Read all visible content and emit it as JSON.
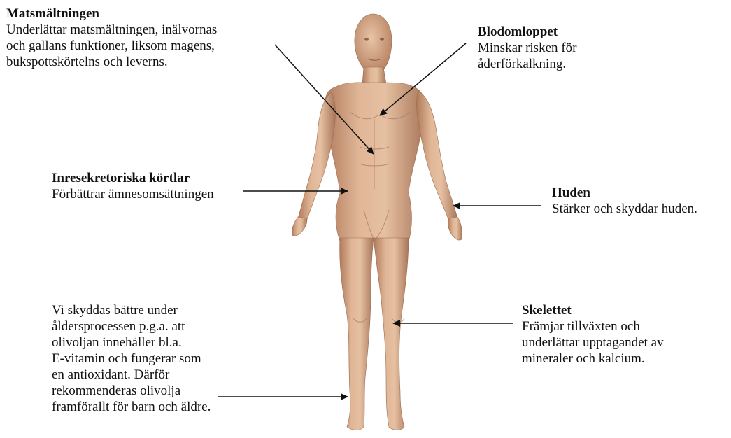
{
  "colors": {
    "skin_light": "#e3bb9c",
    "skin_mid": "#cf9d7a",
    "skin_dark": "#a8765a",
    "text": "#111111",
    "arrow": "#111111"
  },
  "figure": {
    "icon": "human-body-figure"
  },
  "labels": {
    "digestion": {
      "title": "Matsmältningen",
      "lines": [
        "Underlättar matsmältningen, inälvornas",
        "och gallans funktioner, liksom magens,",
        "bukspottskörtelns och leverns."
      ]
    },
    "blood": {
      "title": "Blodomloppet",
      "lines": [
        "Minskar risken för",
        "åderförkalkning."
      ]
    },
    "glands": {
      "title": "Inresekretoriska körtlar",
      "lines": [
        "Förbättrar ämnesomsättningen"
      ]
    },
    "skin": {
      "title": "Huden",
      "lines": [
        "Stärker och skyddar huden."
      ]
    },
    "skeleton": {
      "title": "Skelettet",
      "lines": [
        "Främjar tillväxten och",
        "underlättar upptagandet av",
        "mineraler och kalcium."
      ]
    },
    "aging": {
      "lines": [
        "Vi skyddas bättre under",
        "åldersprocessen p.g.a. att",
        "olivoljan innehåller bl.a.",
        "E-vitamin och fungerar som",
        "en antioxidant. Därför",
        "rekommenderas olivolja",
        "framförallt för barn och äldre."
      ]
    }
  }
}
